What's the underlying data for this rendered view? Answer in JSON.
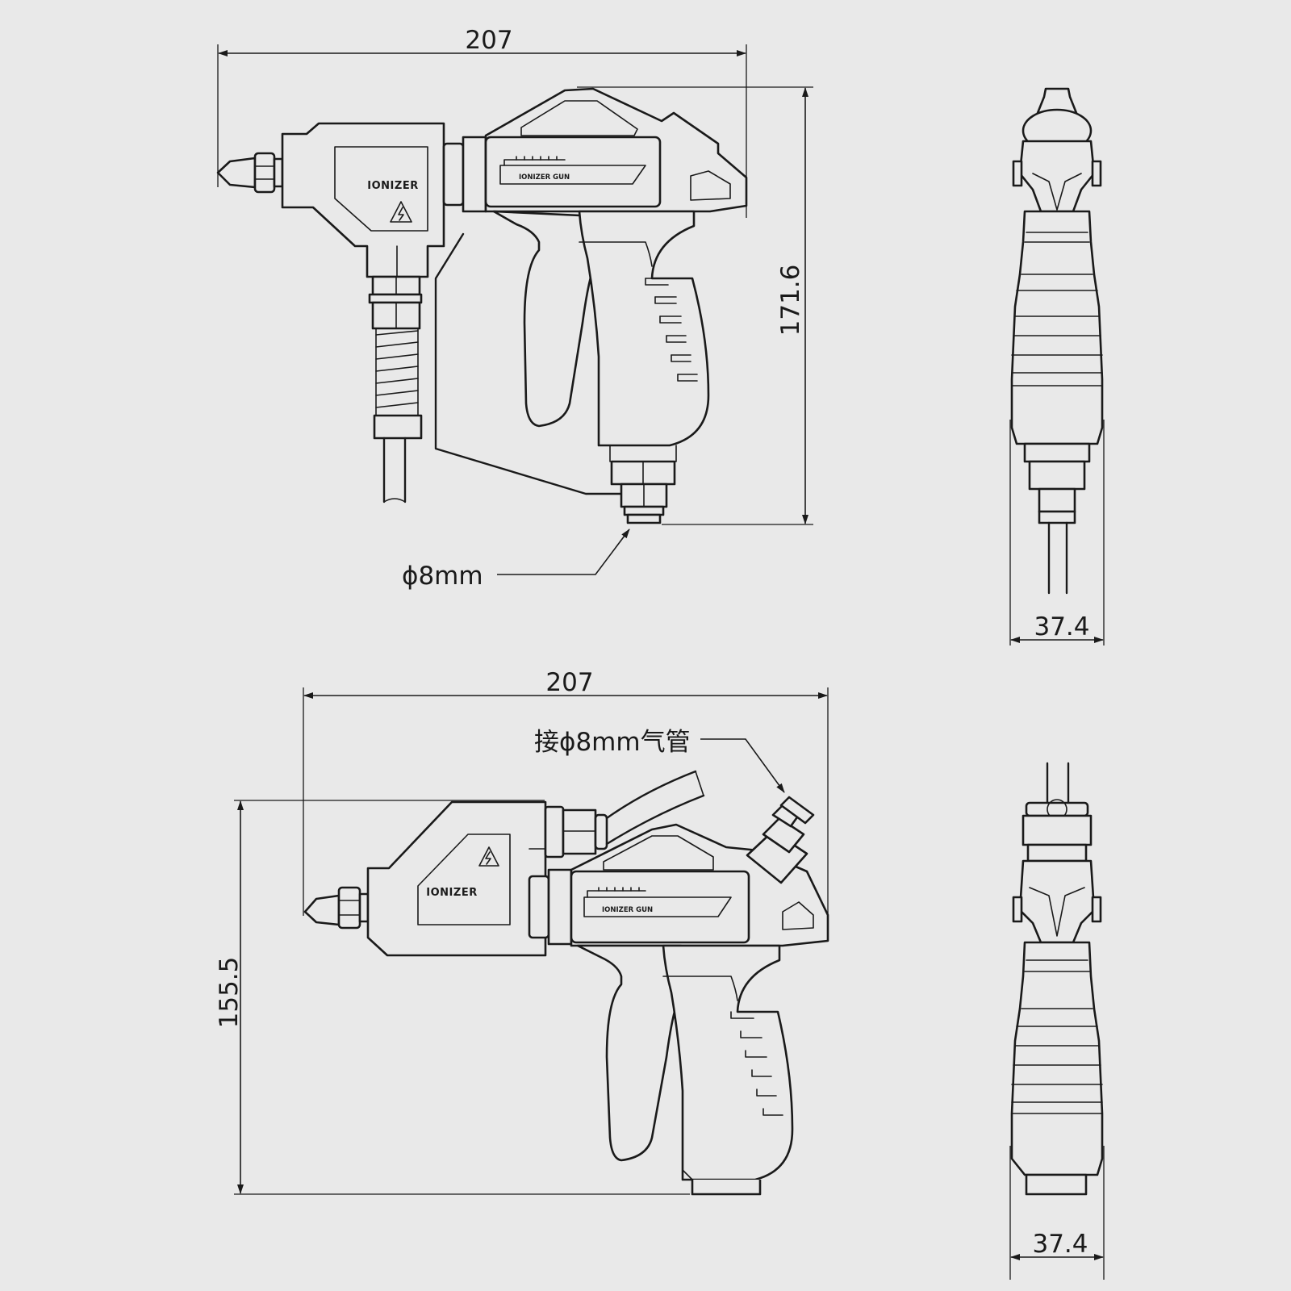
{
  "views": {
    "side_top": {
      "width_dim": "207",
      "height_dim": "171.6",
      "fitting_note": "ϕ8mm",
      "module_label": "IONIZER",
      "gun_label": "IONIZER GUN"
    },
    "front_top": {
      "width_dim": "37.4"
    },
    "side_bottom": {
      "width_dim": "207",
      "height_dim": "155.5",
      "fitting_note": "接ϕ8mm气管",
      "module_label": "IONIZER",
      "gun_label": "IONIZER GUN"
    },
    "front_bottom": {
      "width_dim": "37.4"
    }
  },
  "icons": {
    "warning": "high-voltage-warning-icon",
    "arrow": "dimension-arrow-icon"
  }
}
